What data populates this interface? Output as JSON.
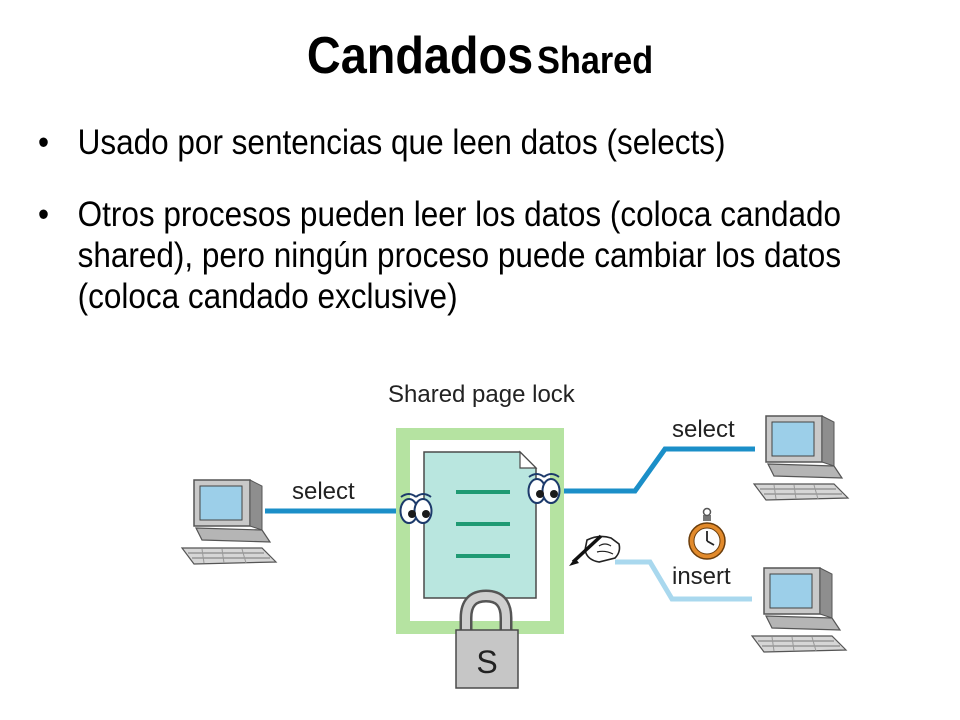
{
  "slide": {
    "title_main": "Candados",
    "title_sub": "Shared",
    "bullets": [
      {
        "text": "Usado por sentencias que leen datos (selects)"
      },
      {
        "text": "Otros procesos pueden leer los datos (coloca candado shared), pero ningún proceso puede cambiar los datos (coloca candado exclusive)"
      }
    ],
    "bullet_char": "•"
  },
  "diagram": {
    "label_lock": "Shared page lock",
    "label_select_left": "select",
    "label_select_right": "select",
    "label_insert": "insert",
    "lock_letter": "S",
    "icons": [
      "computer-icon",
      "data-page-icon",
      "eyes-icon",
      "padlock-icon",
      "pen-hand-icon",
      "stopwatch-icon"
    ],
    "colors": {
      "frame": "#b5e3a1",
      "page": "#b9e6df",
      "page_lines": "#1f9a73",
      "line_active": "#1b8fc8",
      "line_waiting": "#a9d8ee",
      "screen": "#9ccfe9",
      "lock": "#c6c6c6"
    }
  }
}
